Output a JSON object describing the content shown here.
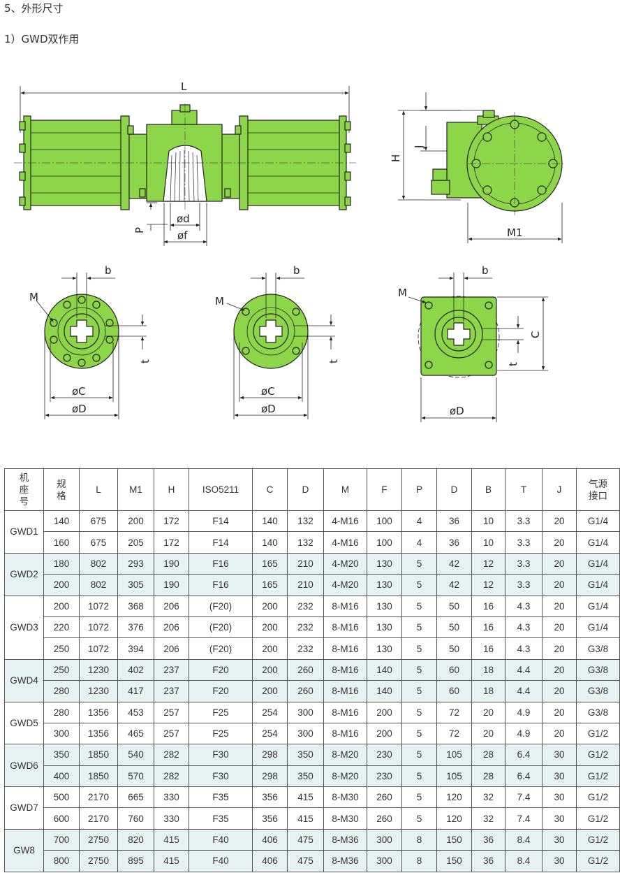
{
  "headings": {
    "section": "5、外形尺寸",
    "subsection": "1）GWD双作用"
  },
  "diagram_labels": {
    "L": "L",
    "H": "H",
    "J": "J",
    "M1": "M1",
    "P": "P",
    "d": "ød",
    "f": "øf",
    "b": "b",
    "M": "M",
    "t": "t",
    "C": "C",
    "phiC": "øC",
    "phiD": "øD"
  },
  "colors": {
    "body_green": "#8ed649",
    "row_shade": "#e6f2f2",
    "line": "#222222"
  },
  "table": {
    "headers": [
      "机座号",
      "规格",
      "L",
      "M1",
      "H",
      "ISO5211",
      "C",
      "D",
      "M",
      "F",
      "P",
      "D",
      "B",
      "T",
      "J",
      "气源接口"
    ],
    "groups": [
      {
        "model": "GWD1",
        "rows": [
          [
            "140",
            "675",
            "200",
            "172",
            "F14",
            "140",
            "132",
            "4-M16",
            "100",
            "4",
            "36",
            "10",
            "3.3",
            "20",
            "G1/4"
          ],
          [
            "160",
            "675",
            "205",
            "172",
            "F14",
            "140",
            "132",
            "4-M16",
            "100",
            "4",
            "36",
            "10",
            "3.3",
            "20",
            "G1/4"
          ]
        ]
      },
      {
        "model": "GWD2",
        "rows": [
          [
            "180",
            "802",
            "293",
            "190",
            "F16",
            "165",
            "210",
            "4-M20",
            "130",
            "5",
            "42",
            "12",
            "3.3",
            "20",
            "G1/4"
          ],
          [
            "200",
            "802",
            "305",
            "190",
            "F16",
            "165",
            "210",
            "4-M20",
            "130",
            "5",
            "42",
            "12",
            "3.3",
            "20",
            "G1/4"
          ]
        ]
      },
      {
        "model": "GWD3",
        "rows": [
          [
            "200",
            "1072",
            "368",
            "206",
            "(F20)",
            "200",
            "232",
            "8-M16",
            "130",
            "5",
            "50",
            "16",
            "4.3",
            "20",
            "G1/4"
          ],
          [
            "220",
            "1072",
            "376",
            "206",
            "(F20)",
            "200",
            "232",
            "8-M16",
            "130",
            "5",
            "50",
            "16",
            "4.3",
            "20",
            "G1/4"
          ],
          [
            "250",
            "1072",
            "394",
            "206",
            "(F20)",
            "200",
            "232",
            "8-M16",
            "130",
            "5",
            "50",
            "16",
            "4.3",
            "20",
            "G3/8"
          ]
        ]
      },
      {
        "model": "GWD4",
        "rows": [
          [
            "250",
            "1230",
            "402",
            "237",
            "F20",
            "200",
            "260",
            "8-M16",
            "140",
            "5",
            "60",
            "18",
            "4.4",
            "20",
            "G3/8"
          ],
          [
            "280",
            "1230",
            "417",
            "237",
            "F20",
            "200",
            "260",
            "8-M16",
            "140",
            "5",
            "60",
            "18",
            "4.4",
            "20",
            "G3/8"
          ]
        ]
      },
      {
        "model": "GWD5",
        "rows": [
          [
            "280",
            "1356",
            "453",
            "257",
            "F25",
            "254",
            "300",
            "8-M16",
            "200",
            "5",
            "72",
            "20",
            "4.9",
            "20",
            "G3/8"
          ],
          [
            "300",
            "1356",
            "465",
            "257",
            "F25",
            "254",
            "300",
            "8-M16",
            "200",
            "5",
            "72",
            "20",
            "4.9",
            "20",
            "G1/2"
          ]
        ]
      },
      {
        "model": "GWD6",
        "rows": [
          [
            "350",
            "1850",
            "540",
            "282",
            "F30",
            "298",
            "350",
            "8-M20",
            "230",
            "5",
            "105",
            "28",
            "6.4",
            "30",
            "G1/2"
          ],
          [
            "400",
            "1850",
            "570",
            "282",
            "F30",
            "298",
            "350",
            "8-M20",
            "230",
            "5",
            "105",
            "28",
            "6.4",
            "30",
            "G1/2"
          ]
        ]
      },
      {
        "model": "GWD7",
        "rows": [
          [
            "500",
            "2170",
            "665",
            "330",
            "F35",
            "356",
            "415",
            "8-M30",
            "260",
            "5",
            "120",
            "32",
            "7.4",
            "30",
            "G1/2"
          ],
          [
            "600",
            "2170",
            "760",
            "330",
            "F35",
            "356",
            "415",
            "8-M30",
            "260",
            "5",
            "120",
            "32",
            "7.4",
            "30",
            "G1/2"
          ]
        ]
      },
      {
        "model": "GW8",
        "rows": [
          [
            "700",
            "2750",
            "820",
            "415",
            "F40",
            "406",
            "475",
            "8-M36",
            "300",
            "8",
            "150",
            "36",
            "8.4",
            "30",
            "G1/2"
          ],
          [
            "800",
            "2750",
            "895",
            "415",
            "F40",
            "406",
            "475",
            "8-M36",
            "300",
            "8",
            "150",
            "36",
            "8.4",
            "30",
            "G1/2"
          ]
        ]
      }
    ]
  }
}
